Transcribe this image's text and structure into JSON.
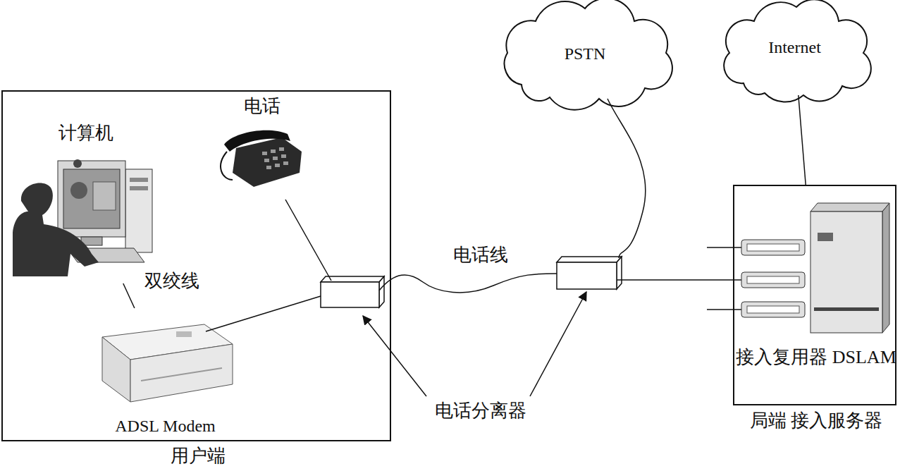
{
  "diagram": {
    "nodes": [
      {
        "text": [
          "用户端"
        ]
      },
      {
        "text": [
          "计算机"
        ],
        "in": 0
      },
      {
        "text": [
          "电话"
        ],
        "in": 0
      },
      {
        "text": [
          "ADSL Modem"
        ],
        "in": 0
      },
      {
        "text": [
          "PSTN"
        ]
      },
      {
        "text": [
          "Internet"
        ]
      },
      {
        "text": [
          "接入复用器 DSLAM",
          "局端 接入服务器"
        ]
      }
    ],
    "edges": [
      {
        "from": 1,
        "to": 3,
        "label": "双绞线",
        "arrow": "none"
      },
      {
        "from": 5,
        "to": 6,
        "arrow": "none"
      }
    ],
    "labels": [
      "电话线",
      "电话分离器"
    ]
  }
}
